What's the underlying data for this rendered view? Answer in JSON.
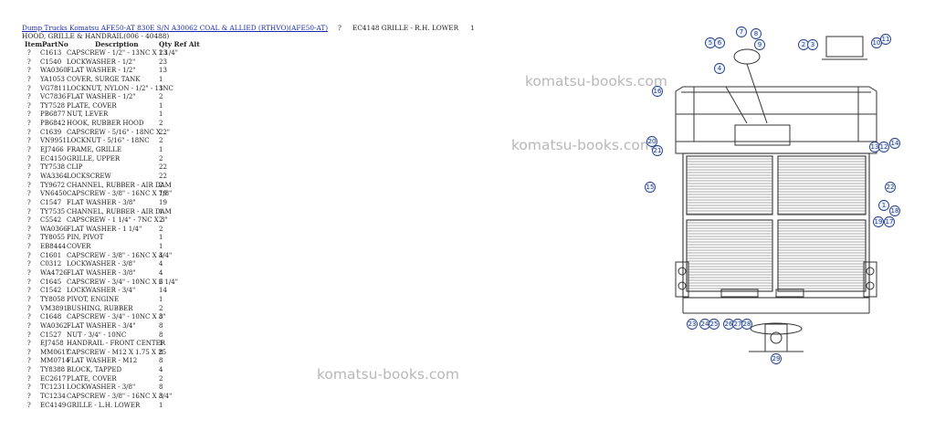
{
  "header": {
    "link_text": "Dump Trucks Komatsu AFE50-AT 830E S/N A30062 COAL & ALLIED (RTHVO)(AFE50-AT)",
    "item_marker": "?",
    "part_ref": "EC4148   GRILLE - R.H. LOWER",
    "qty_ref": "1"
  },
  "section_title": "HOOD, GRILLE & HANDRAIL(006 - 40488)",
  "columns": {
    "item": "Item",
    "part": "PartNo",
    "desc": "Description",
    "qty": "Qty Ref Alt"
  },
  "parts": [
    {
      "item": "?",
      "part": "C1613",
      "desc": "CAPSCREW - 1/2\" - 13NC X 1 1/4\"",
      "qty": "23"
    },
    {
      "item": "?",
      "part": "C1540",
      "desc": "LOCKWASHER - 1/2\"",
      "qty": "23"
    },
    {
      "item": "?",
      "part": "WA0360",
      "desc": "FLAT WASHER - 1/2\"",
      "qty": "13"
    },
    {
      "item": "?",
      "part": "YA1053",
      "desc": "COVER, SURGE TANK",
      "qty": "1"
    },
    {
      "item": "?",
      "part": "VG7811",
      "desc": "LOCKNUT, NYLON - 1/2\" - 13NC",
      "qty": "1"
    },
    {
      "item": "?",
      "part": "VC7836",
      "desc": "FLAT WASHER - 1/2\"",
      "qty": "2"
    },
    {
      "item": "?",
      "part": "TY7528",
      "desc": "PLATE, COVER",
      "qty": "1"
    },
    {
      "item": "?",
      "part": "PB6877",
      "desc": "NUT, LEVER",
      "qty": "1"
    },
    {
      "item": "?",
      "part": "PB6842",
      "desc": "HOOK, RUBBER HOOD",
      "qty": "2"
    },
    {
      "item": "?",
      "part": "C1639",
      "desc": "CAPSCREW - 5/16\" - 18NC X 2\"",
      "qty": "2"
    },
    {
      "item": "?",
      "part": "VN9951",
      "desc": "LOCKNUT - 5/16\" - 18NC",
      "qty": "2"
    },
    {
      "item": "?",
      "part": "EJ7466",
      "desc": "FRAME, GRILLE",
      "qty": "1"
    },
    {
      "item": "?",
      "part": "EC4150",
      "desc": "GRILLE, UPPER",
      "qty": "2"
    },
    {
      "item": "?",
      "part": "TY7538",
      "desc": "CLIP",
      "qty": "22"
    },
    {
      "item": "?",
      "part": "WA3364",
      "desc": "LOCKSCREW",
      "qty": "22"
    },
    {
      "item": "?",
      "part": "TY9672",
      "desc": "CHANNEL, RUBBER - AIR DAM",
      "qty": "2"
    },
    {
      "item": "?",
      "part": "VN6450",
      "desc": "CAPSCREW - 3/8\" - 16NC X 7/8\"",
      "qty": "19"
    },
    {
      "item": "?",
      "part": "C1547",
      "desc": "FLAT WASHER - 3/8\"",
      "qty": "19"
    },
    {
      "item": "?",
      "part": "TY7535",
      "desc": "CHANNEL, RUBBER - AIR DAM",
      "qty": "1"
    },
    {
      "item": "?",
      "part": "C5542",
      "desc": "CAPSCREW - 1 1/4\" - 7NC X 3\"",
      "qty": "2"
    },
    {
      "item": "?",
      "part": "WA0366",
      "desc": "FLAT WASHER - 1 1/4\"",
      "qty": "2"
    },
    {
      "item": "?",
      "part": "TY8055",
      "desc": "PIN, PIVOT",
      "qty": "1"
    },
    {
      "item": "?",
      "part": "EB8444",
      "desc": "COVER",
      "qty": "1"
    },
    {
      "item": "?",
      "part": "C1601",
      "desc": "CAPSCREW - 3/8\" - 16NC X 3/4\"",
      "qty": "4"
    },
    {
      "item": "?",
      "part": "C0312",
      "desc": "LOCKWASHER - 3/8\"",
      "qty": "4"
    },
    {
      "item": "?",
      "part": "WA4726",
      "desc": "FLAT WASHER - 3/8\"",
      "qty": "4"
    },
    {
      "item": "?",
      "part": "C1645",
      "desc": "CAPSCREW - 3/4\" - 10NC X 2 1/4\"",
      "qty": "6"
    },
    {
      "item": "?",
      "part": "C1542",
      "desc": "LOCKWASHER - 3/4\"",
      "qty": "14"
    },
    {
      "item": "?",
      "part": "TY8058",
      "desc": "PIVOT, ENGINE",
      "qty": "1"
    },
    {
      "item": "?",
      "part": "VM3891",
      "desc": "BUSHING, RUBBER",
      "qty": "2"
    },
    {
      "item": "?",
      "part": "C1648",
      "desc": "CAPSCREW - 3/4\" - 10NC X 3\"",
      "qty": "8"
    },
    {
      "item": "?",
      "part": "WA0362",
      "desc": "FLAT WASHER - 3/4\"",
      "qty": "8"
    },
    {
      "item": "?",
      "part": "C1527",
      "desc": "NUT - 3/4\" - 10NC",
      "qty": "8"
    },
    {
      "item": "?",
      "part": "EJ7458",
      "desc": "HANDRAIL - FRONT CENTER",
      "qty": "1"
    },
    {
      "item": "?",
      "part": "MM0617",
      "desc": "CAPSCREW - M12 X 1.75 X 25",
      "qty": "8"
    },
    {
      "item": "?",
      "part": "MM0714",
      "desc": "FLAT WASHER - M12",
      "qty": "8"
    },
    {
      "item": "?",
      "part": "TY8388",
      "desc": "BLOCK, TAPPED",
      "qty": "4"
    },
    {
      "item": "?",
      "part": "EC2617",
      "desc": "PLATE, COVER",
      "qty": "2"
    },
    {
      "item": "?",
      "part": "TC1231",
      "desc": "LOCKWASHER - 3/8\"",
      "qty": "8"
    },
    {
      "item": "?",
      "part": "TC1234",
      "desc": "CAPSCREW - 3/8\" - 16NC X 3/4\"",
      "qty": "8"
    },
    {
      "item": "?",
      "part": "EC4149",
      "desc": "GRILLE - L.H. LOWER",
      "qty": "1"
    }
  ],
  "watermark": "komatsu-books.com",
  "callouts": [
    "5",
    "6",
    "7",
    "8",
    "9",
    "2",
    "3",
    "10",
    "11",
    "4",
    "16",
    "20",
    "21",
    "13",
    "12",
    "14",
    "15",
    "22",
    "1",
    "17",
    "18",
    "19",
    "23",
    "24",
    "25",
    "26",
    "27",
    "28",
    "29"
  ]
}
